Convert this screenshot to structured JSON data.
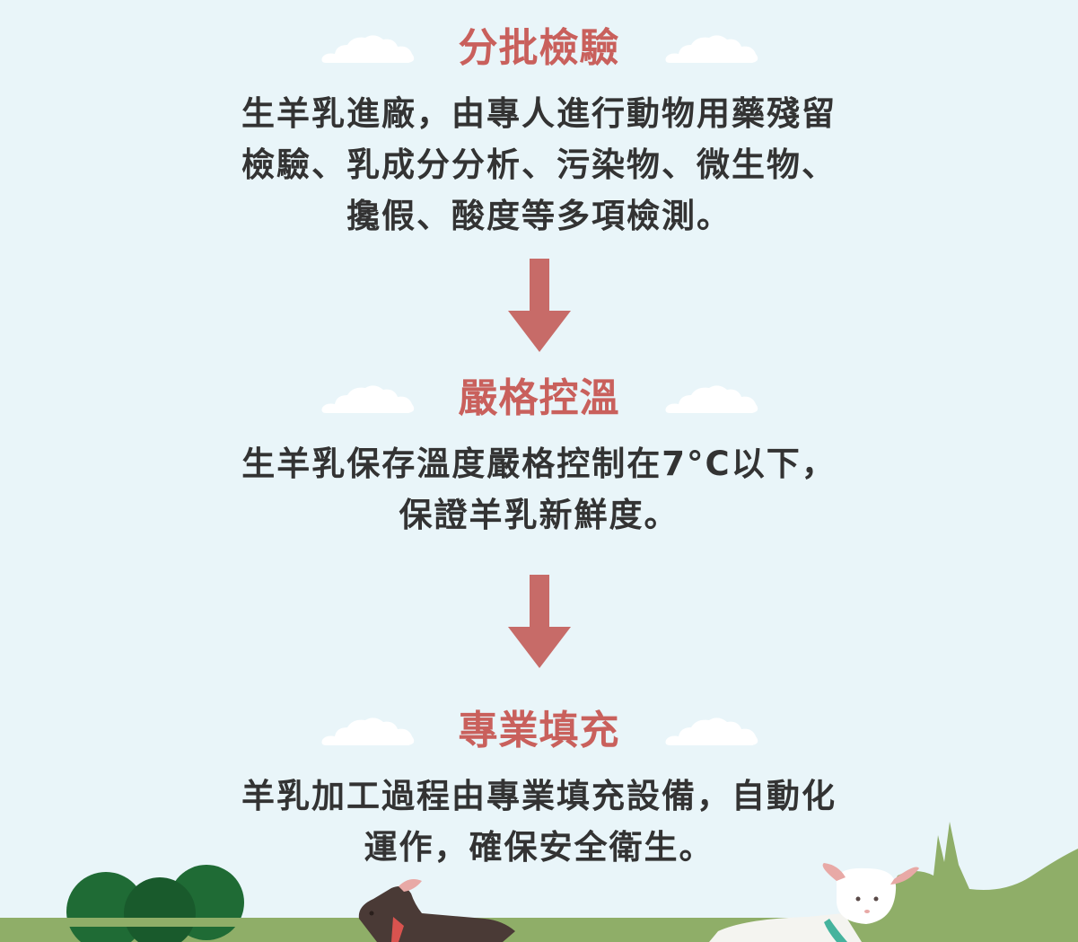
{
  "sections": [
    {
      "title": "分批檢驗",
      "lines": [
        "生羊乳進廠，由專人進行動物用藥殘留",
        "檢驗、乳成分分析、污染物、微生物、",
        "攙假、酸度等多項檢測。"
      ]
    },
    {
      "title": "嚴格控溫",
      "lines": [
        "生羊乳保存溫度嚴格控制在7°C以下，",
        "保證羊乳新鮮度。"
      ]
    },
    {
      "title": "專業填充",
      "lines": [
        "羊乳加工過程由專業填充設備，自動化",
        "運作，確保安全衛生。"
      ]
    }
  ],
  "colors": {
    "background": "#e9f5f9",
    "heading": "#c9605c",
    "body_text": "#333333",
    "arrow": "#c76b68",
    "cloud": "#ffffff",
    "grass": "#8fae68",
    "bush": "#1f6b35"
  },
  "icons": [
    "cloud-icon",
    "down-arrow-icon",
    "bush-icon",
    "brown-goat-icon",
    "white-goat-icon",
    "hill-icon"
  ]
}
